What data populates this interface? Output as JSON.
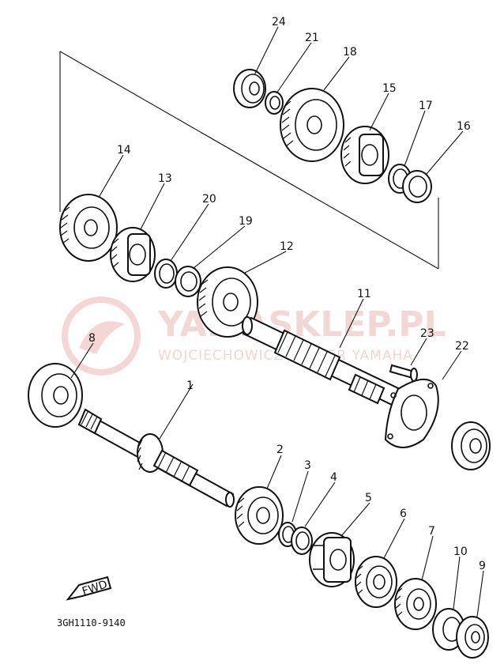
{
  "diagram": {
    "code": "3GH1110-9140",
    "fwd_label": "FWD",
    "watermark": {
      "title": "YAMASKLEP.PL",
      "subtitle": "WOJCIECHOWICZ DEALER YAMAHA"
    },
    "callouts": [
      "1",
      "2",
      "3",
      "4",
      "5",
      "6",
      "7",
      "8",
      "9",
      "10",
      "11",
      "12",
      "13",
      "14",
      "15",
      "16",
      "17",
      "18",
      "19",
      "20",
      "21",
      "22",
      "23",
      "24"
    ]
  }
}
